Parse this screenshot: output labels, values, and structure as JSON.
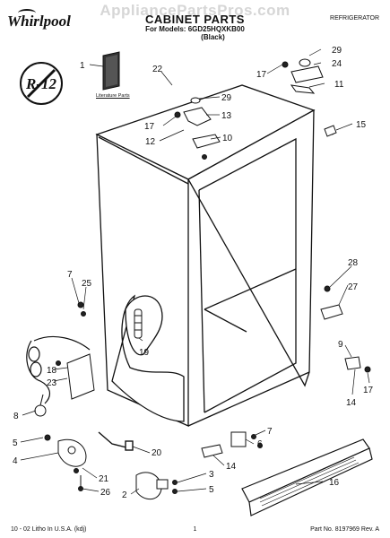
{
  "watermark": "AppliancePartsPros.com",
  "header": {
    "brand": "Whirlpool",
    "title": "CABINET PARTS",
    "models_line": "For Models: 6GD25HQXKB00",
    "color_line": "(Black)",
    "category": "REFRIGERATOR"
  },
  "badge_text": "R-12",
  "literature_label": "Literature Parts",
  "callouts": [
    {
      "n": "1"
    },
    {
      "n": "22"
    },
    {
      "n": "29"
    },
    {
      "n": "17"
    },
    {
      "n": "24"
    },
    {
      "n": "11"
    },
    {
      "n": "29"
    },
    {
      "n": "13"
    },
    {
      "n": "17"
    },
    {
      "n": "12"
    },
    {
      "n": "10"
    },
    {
      "n": "15"
    },
    {
      "n": "7"
    },
    {
      "n": "25"
    },
    {
      "n": "28"
    },
    {
      "n": "27"
    },
    {
      "n": "19"
    },
    {
      "n": "18"
    },
    {
      "n": "23"
    },
    {
      "n": "9"
    },
    {
      "n": "14"
    },
    {
      "n": "17"
    },
    {
      "n": "8"
    },
    {
      "n": "7"
    },
    {
      "n": "6"
    },
    {
      "n": "5"
    },
    {
      "n": "20"
    },
    {
      "n": "4"
    },
    {
      "n": "14"
    },
    {
      "n": "16"
    },
    {
      "n": "21"
    },
    {
      "n": "3"
    },
    {
      "n": "5"
    },
    {
      "n": "2"
    },
    {
      "n": "26"
    }
  ],
  "footer": {
    "left": "10 - 02 Litho In U.S.A. (kdj)",
    "page": "1",
    "part_no": "Part No. 8197969 Rev. A"
  }
}
